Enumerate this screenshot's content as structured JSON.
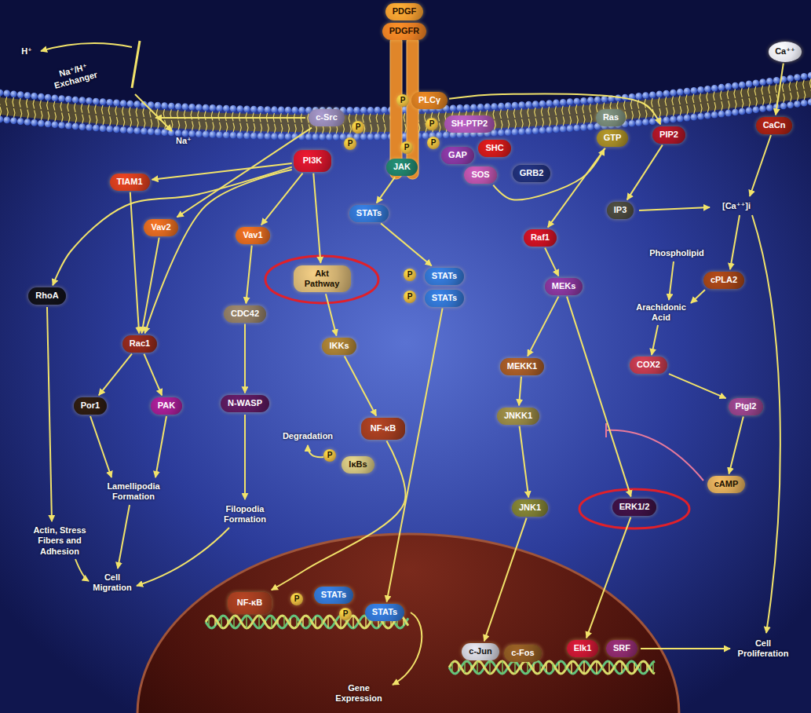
{
  "diagram": {
    "nodes": [
      {
        "text": [
          "PDGF"
        ]
      },
      {
        "text": [
          "PDGFR"
        ]
      },
      {
        "text": [
          "Ca⁺⁺"
        ]
      },
      {
        "text": [
          "c-Src"
        ]
      },
      {
        "text": [
          "P"
        ]
      },
      {
        "text": [
          "P"
        ]
      },
      {
        "text": [
          "PLCγ"
        ]
      },
      {
        "text": [
          "Ras"
        ]
      },
      {
        "text": [
          "GTP"
        ]
      },
      {
        "text": [
          "PIP2"
        ]
      },
      {
        "text": [
          "CaCn"
        ]
      },
      {
        "text": [
          "P"
        ]
      },
      {
        "text": [
          "SH-PTP2"
        ]
      },
      {
        "text": [
          "PI3K"
        ]
      },
      {
        "text": [
          "P"
        ]
      },
      {
        "text": [
          "P"
        ]
      },
      {
        "text": [
          "P"
        ]
      },
      {
        "text": [
          "GAP"
        ]
      },
      {
        "text": [
          "SHC"
        ]
      },
      {
        "text": [
          "JAK"
        ]
      },
      {
        "text": [
          "SOS"
        ]
      },
      {
        "text": [
          "GRB2"
        ]
      },
      {
        "text": [
          "TIAM1"
        ]
      },
      {
        "text": [
          "STATs"
        ]
      },
      {
        "text": [
          "IP3"
        ]
      },
      {
        "text": [
          "Vav2"
        ]
      },
      {
        "text": [
          "Vav1"
        ]
      },
      {
        "text": [
          "Raf1"
        ]
      },
      {
        "text": [
          "Akt Pathway"
        ]
      },
      {
        "text": [
          "P"
        ]
      },
      {
        "text": [
          "STATs"
        ]
      },
      {
        "text": [
          "P"
        ]
      },
      {
        "text": [
          "STATs"
        ]
      },
      {
        "text": [
          "cPLA2"
        ]
      },
      {
        "text": [
          "MEKs"
        ]
      },
      {
        "text": [
          "RhoA"
        ]
      },
      {
        "text": [
          "CDC42"
        ]
      },
      {
        "text": [
          "Rac1"
        ]
      },
      {
        "text": [
          "IKKs"
        ]
      },
      {
        "text": [
          "COX2"
        ]
      },
      {
        "text": [
          "MEKK1"
        ]
      },
      {
        "text": [
          "Ptgl2"
        ]
      },
      {
        "text": [
          "N-WASP"
        ]
      },
      {
        "text": [
          "NF-κB"
        ]
      },
      {
        "text": [
          "Por1"
        ]
      },
      {
        "text": [
          "PAK"
        ]
      },
      {
        "text": [
          "JNKK1"
        ]
      },
      {
        "text": [
          "P"
        ]
      },
      {
        "text": [
          "IκBs"
        ]
      },
      {
        "text": [
          "cAMP"
        ]
      },
      {
        "text": [
          "JNK1"
        ]
      },
      {
        "text": [
          "ERK1/2"
        ]
      },
      {
        "text": [
          "NF-κB"
        ]
      },
      {
        "text": [
          "P"
        ]
      },
      {
        "text": [
          "STATs"
        ]
      },
      {
        "text": [
          "P"
        ]
      },
      {
        "text": [
          "STATs"
        ]
      },
      {
        "text": [
          "c-Jun"
        ]
      },
      {
        "text": [
          "c-Fos"
        ]
      },
      {
        "text": [
          "Elk1"
        ]
      },
      {
        "text": [
          "SRF"
        ]
      }
    ],
    "edges": [
      {
        "from": 13,
        "to": 22,
        "arrow": "to"
      },
      {
        "from": 3,
        "to": 25,
        "arrow": "to"
      },
      {
        "from": 13,
        "to": 26,
        "arrow": "to"
      },
      {
        "from": 13,
        "to": 28,
        "arrow": "to"
      },
      {
        "from": 13,
        "to": 35,
        "arrow": "to"
      },
      {
        "from": 13,
        "to": 37,
        "arrow": "to"
      },
      {
        "from": 22,
        "to": 37,
        "arrow": "to"
      },
      {
        "from": 25,
        "to": 37,
        "arrow": "to"
      },
      {
        "from": 37,
        "to": 44,
        "arrow": "to"
      },
      {
        "from": 37,
        "to": 45,
        "arrow": "to"
      },
      {
        "from": 26,
        "to": 36,
        "arrow": "to"
      },
      {
        "from": 36,
        "to": 42,
        "arrow": "to"
      },
      {
        "from": 28,
        "to": 38,
        "arrow": "to"
      },
      {
        "from": 38,
        "to": 43,
        "arrow": "to"
      },
      {
        "from": 43,
        "to": 52,
        "arrow": "to"
      },
      {
        "from": 19,
        "to": 23,
        "arrow": "to"
      },
      {
        "from": 23,
        "to": 30,
        "arrow": "to"
      },
      {
        "from": 32,
        "to": 56,
        "arrow": "to"
      },
      {
        "from": 6,
        "to": 9,
        "arrow": "to"
      },
      {
        "from": 9,
        "to": 24,
        "arrow": "to"
      },
      {
        "from": 2,
        "to": 10,
        "arrow": "to"
      },
      {
        "from": 20,
        "to": 8,
        "arrow": "to"
      },
      {
        "from": 8,
        "to": 27,
        "arrow": "to"
      },
      {
        "from": 27,
        "to": 34,
        "arrow": "to"
      },
      {
        "from": 34,
        "to": 40,
        "arrow": "to"
      },
      {
        "from": 34,
        "to": 51,
        "arrow": "to"
      },
      {
        "from": 40,
        "to": 46,
        "arrow": "to"
      },
      {
        "from": 46,
        "to": 50,
        "arrow": "to"
      },
      {
        "from": 50,
        "to": 57,
        "arrow": "to"
      },
      {
        "from": 51,
        "to": 59,
        "arrow": "to"
      },
      {
        "from": 39,
        "to": 41,
        "arrow": "to"
      },
      {
        "from": 41,
        "to": 49,
        "arrow": "to"
      }
    ],
    "labels": [
      "H⁺",
      "Na⁺/H⁺ Exchanger",
      "Na⁺",
      "[Ca⁺⁺]i",
      "Phospholipid",
      "Arachidonic Acid",
      "Degradation",
      "Lamellipodia Formation",
      "Filopodia Formation",
      "Actin, Stress Fibers and Adhesion",
      "Cell Migration",
      "Cell Proliferation",
      "Gene Expression"
    ]
  }
}
